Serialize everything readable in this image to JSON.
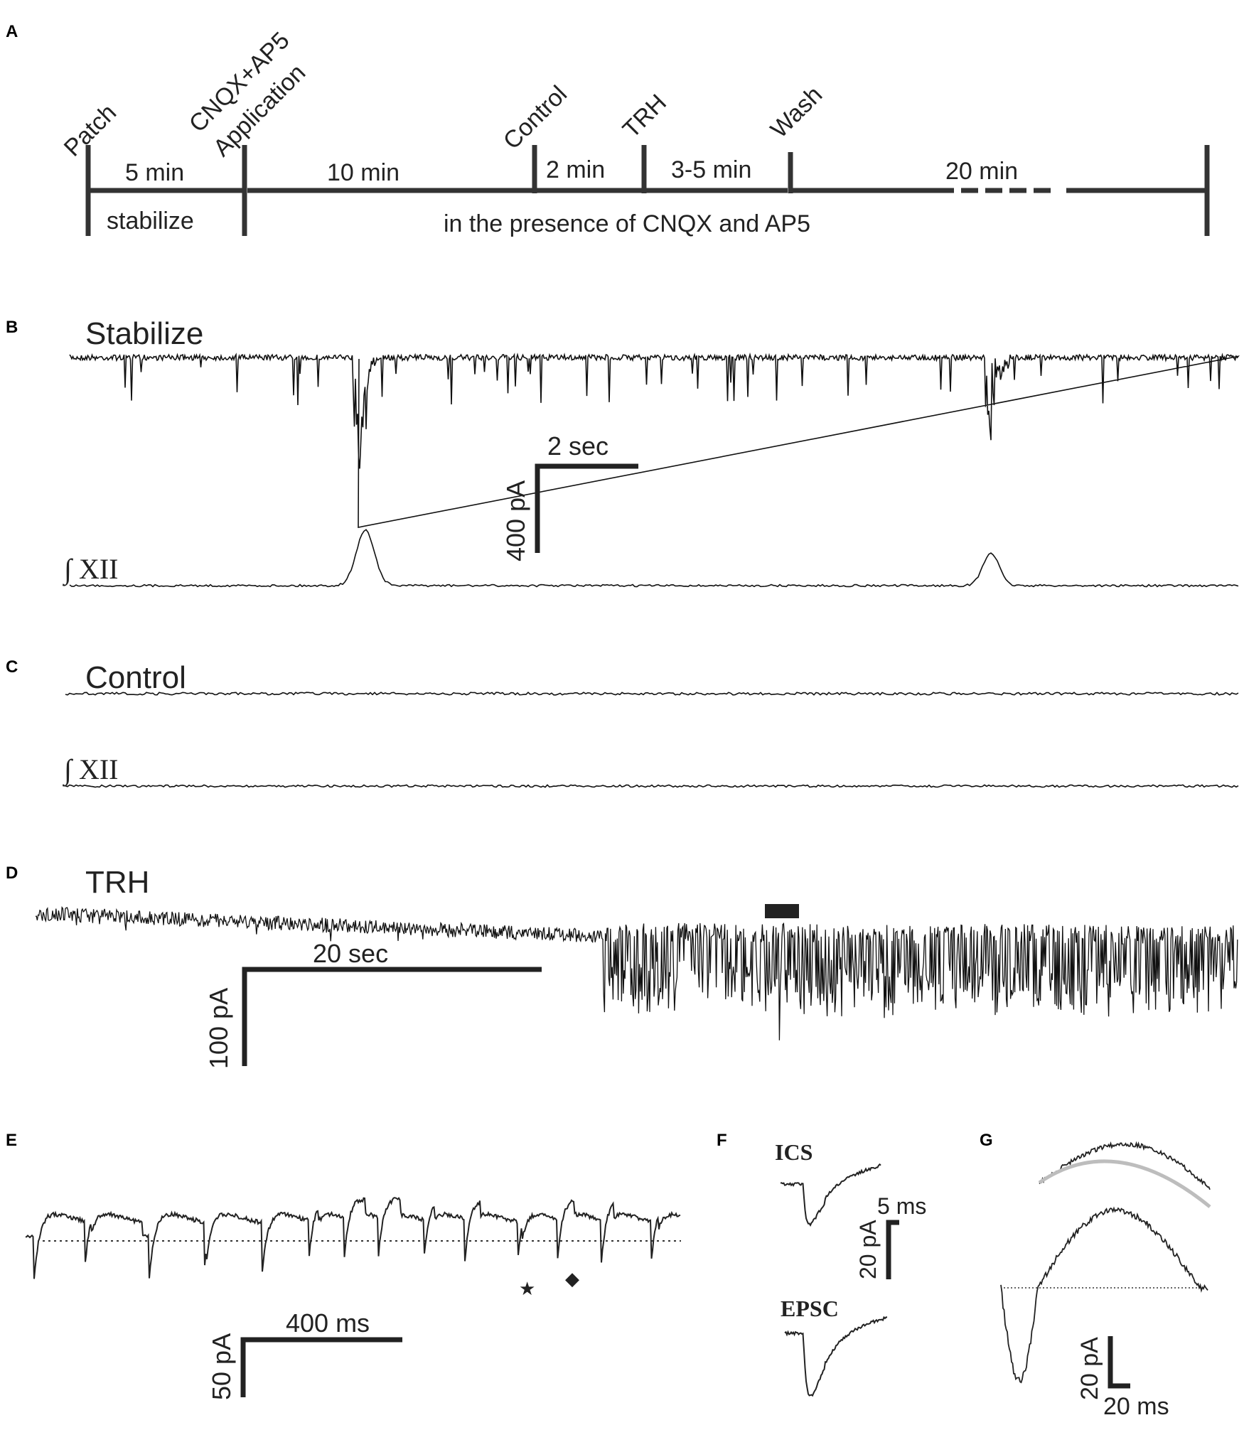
{
  "panel_letters": {
    "a": "A",
    "b": "B",
    "c": "C",
    "d": "D",
    "e": "E",
    "f": "F",
    "g": "G"
  },
  "timeline": {
    "events": {
      "patch": "Patch",
      "cnqx_line1": "CNQX+AP5",
      "cnqx_line2": "Application",
      "control": "Control",
      "trh": "TRH",
      "wash": "Wash"
    },
    "durations": {
      "d1": "5 min",
      "d2": "10 min",
      "d3": "2 min",
      "d4": "3-5 min",
      "d5": "20 min"
    },
    "stabilize_label": "stabilize",
    "presence_label": "in the presence of CNQX and AP5"
  },
  "panel_b": {
    "title": "Stabilize",
    "xii_label": "∫ XII",
    "scale_time": "2 sec",
    "scale_current": "400 pA"
  },
  "panel_c": {
    "title": "Control",
    "xii_label": "∫ XII"
  },
  "panel_d": {
    "title": "TRH",
    "scale_time": "20 sec",
    "scale_current": "100 pA"
  },
  "panel_e": {
    "scale_time": "400 ms",
    "scale_current": "50 pA",
    "star": "★",
    "diamond": "◆"
  },
  "panel_f": {
    "ics_label": "ICS",
    "epsc_label": "EPSC",
    "scale_time": "5 ms",
    "scale_current": "20 pA"
  },
  "panel_g": {
    "scale_time": "20 ms",
    "scale_current": "20 pA"
  },
  "colors": {
    "trace": "#111111",
    "axis": "#333333",
    "fit": "#bdbdbd"
  }
}
